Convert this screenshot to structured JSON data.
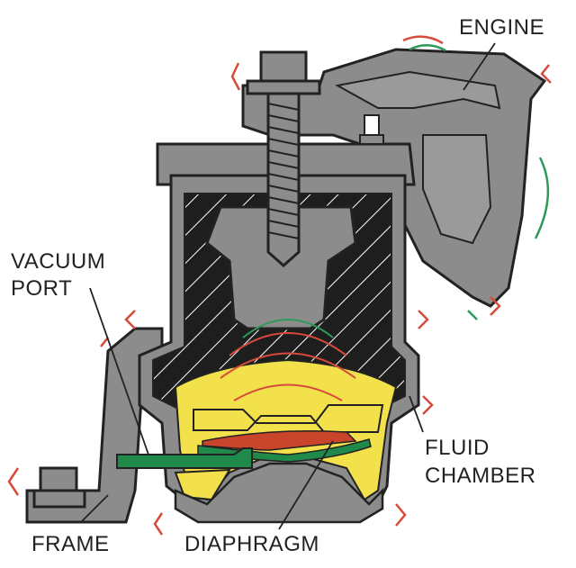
{
  "labels": {
    "engine": "ENGINE",
    "vacuum_port_line1": "VACUUM",
    "vacuum_port_line2": "PORT",
    "fluid_chamber_line1": "FLUID",
    "fluid_chamber_line2": "CHAMBER",
    "frame": "FRAME",
    "diaphragm": "DIAPHRAGM"
  },
  "colors": {
    "metal": "#8c8c8c",
    "metal_dark": "#6e6e6e",
    "rubber": "#1e1e1e",
    "fluid": "#f2e14a",
    "diaphragm_green": "#1f8a4a",
    "diaphragm_red": "#c8442a",
    "vibration_red": "#d84a3a",
    "vibration_green": "#2e9a5a",
    "outline": "#222222"
  }
}
